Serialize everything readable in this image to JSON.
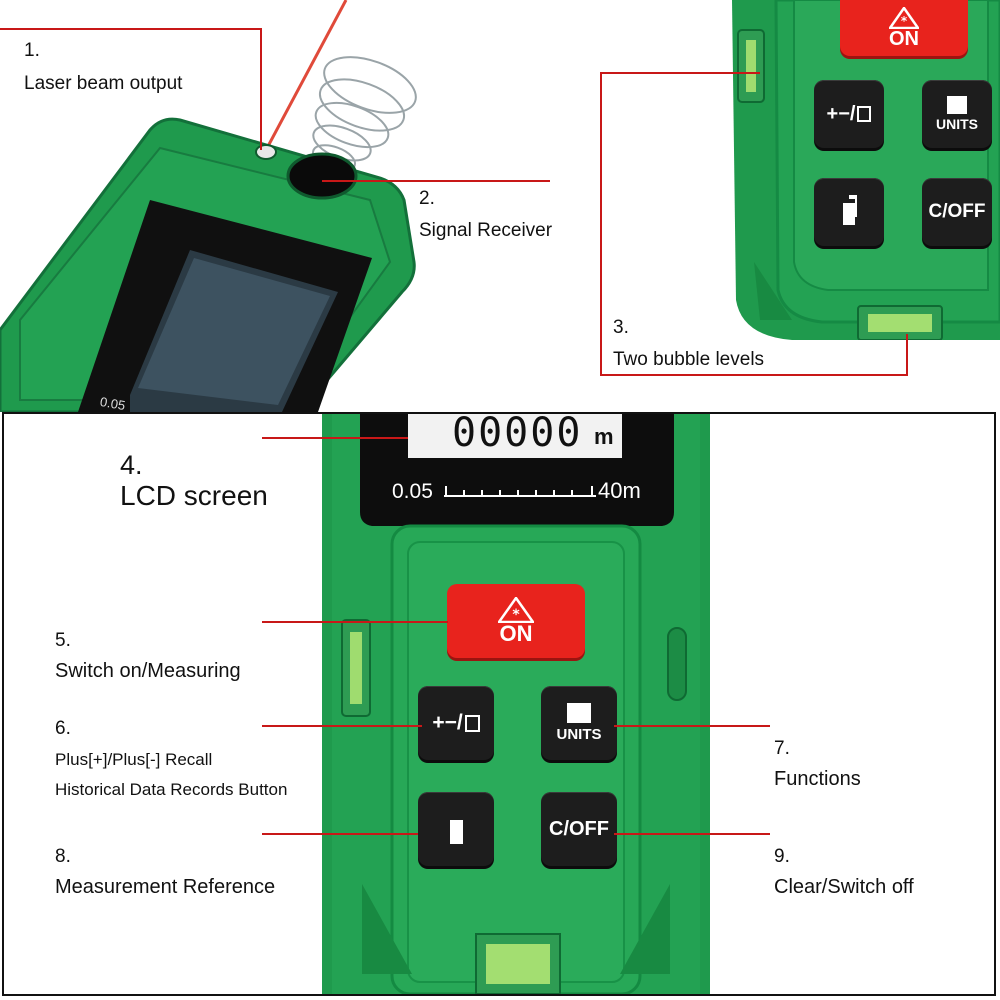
{
  "callouts": [
    {
      "num": "1.",
      "text": "Laser beam output"
    },
    {
      "num": "2.",
      "text": "Signal Receiver"
    },
    {
      "num": "3.",
      "text": "Two bubble levels"
    },
    {
      "num": "4.",
      "text": "LCD screen"
    },
    {
      "num": "5.",
      "text": "Switch on/Measuring"
    },
    {
      "num": "6.",
      "text": "Plus[+]/Plus[-] Recall",
      "text2": "Historical Data Records Button"
    },
    {
      "num": "7.",
      "text": "Functions"
    },
    {
      "num": "8.",
      "text": "Measurement Reference"
    },
    {
      "num": "9.",
      "text": "Clear/Switch off"
    }
  ],
  "device": {
    "on_label": "ON",
    "units_label": "UNITS",
    "plusminus_label": "+−/",
    "clear_label": "C/OFF",
    "lcd_digits": "00000",
    "lcd_unit": "m",
    "scale_min": "0.05",
    "scale_max": "40m",
    "small_screen_text": "0.05"
  },
  "colors": {
    "body_green": "#1f9a4d",
    "leader_red": "#c81818",
    "on_red": "#e8231d",
    "key_black": "#1d1d1d"
  }
}
